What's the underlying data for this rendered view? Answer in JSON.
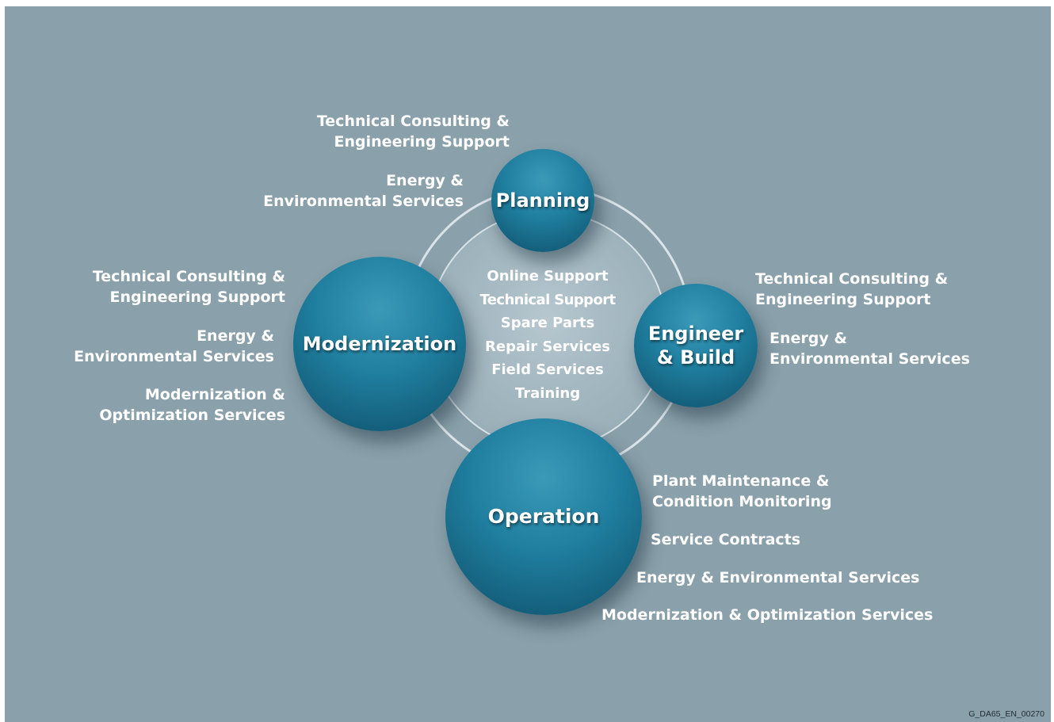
{
  "spheres": {
    "planning": {
      "lines": [
        "Planning"
      ]
    },
    "modernization": {
      "lines": [
        "Modernization"
      ]
    },
    "engineer_build": {
      "lines": [
        "Engineer",
        "& Build"
      ]
    },
    "operation": {
      "lines": [
        "Operation"
      ]
    }
  },
  "center": {
    "lines": [
      "Online Support",
      "Technical Support",
      "Spare Parts",
      "Repair Services",
      "Field Services",
      "Training"
    ]
  },
  "planning_labels": {
    "tech": [
      "Technical Consulting &",
      "Engineering Support"
    ],
    "energy": [
      "Energy &",
      "Environmental Services"
    ]
  },
  "modernization_labels": {
    "tech": [
      "Technical Consulting &",
      "Engineering Support"
    ],
    "energy": [
      "Energy &",
      "Environmental Services"
    ],
    "modern": [
      "Modernization &",
      "Optimization Services"
    ]
  },
  "engineer_labels": {
    "tech": [
      "Technical Consulting &",
      "Engineering Support"
    ],
    "energy": [
      "Energy &",
      "Environmental Services"
    ]
  },
  "operation_labels": {
    "maintenance": [
      "Plant Maintenance &",
      "Condition Monitoring"
    ],
    "contracts": "Service Contracts",
    "energy": "Energy & Environmental Services",
    "modern": "Modernization & Optimization Services"
  },
  "figure_code": "G_DA65_EN_00270",
  "colors": {
    "background": "#8aa1ab",
    "sphere": "#1f7d9e",
    "text": "#ffffff"
  }
}
